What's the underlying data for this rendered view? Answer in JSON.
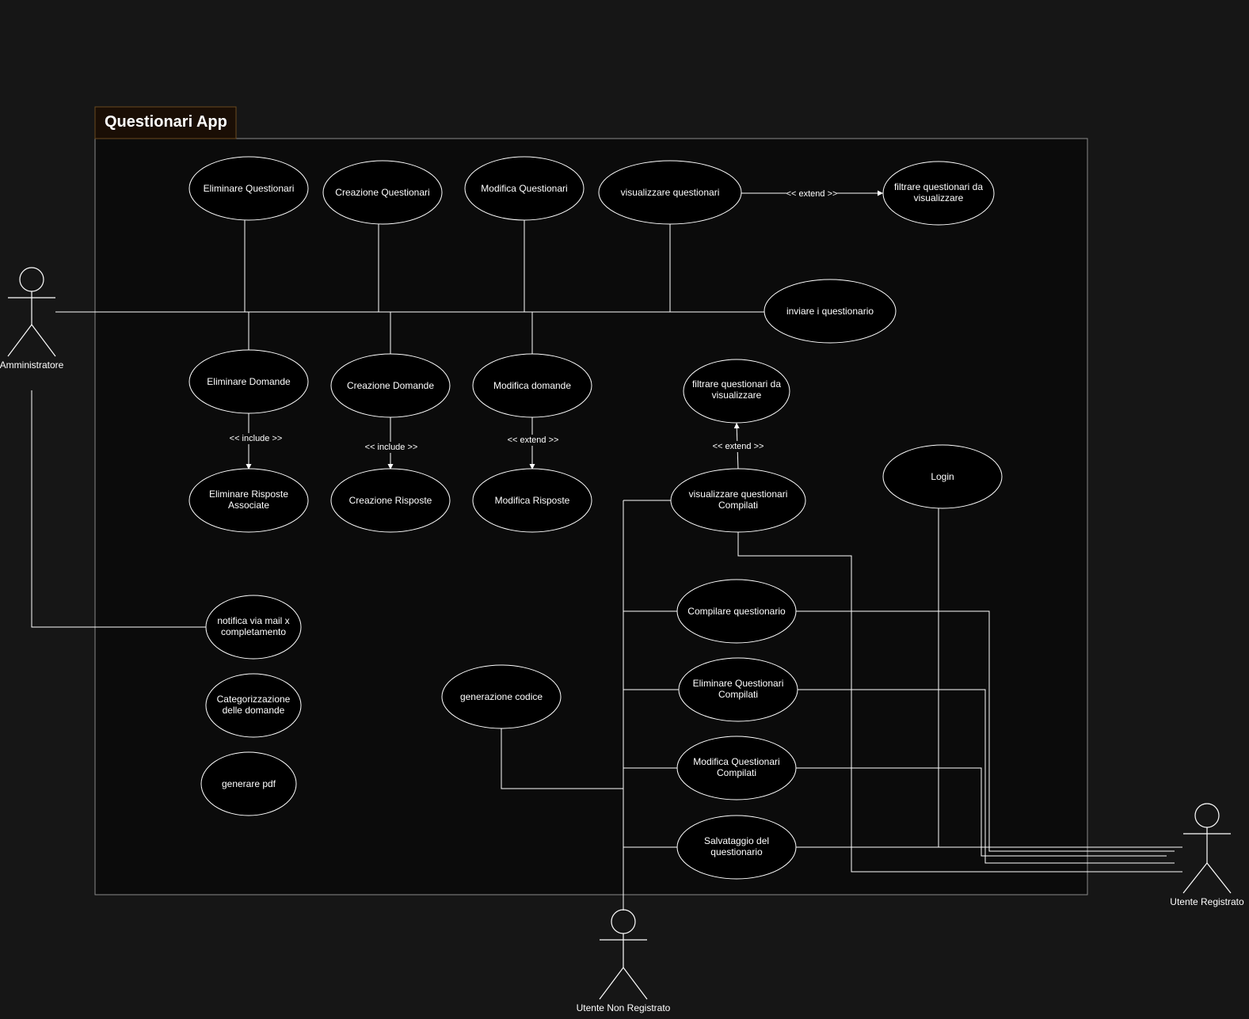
{
  "colors": {
    "background": "#161616",
    "boundary_fill": "#0b0b0b",
    "boundary_stroke": "#8a8a8a",
    "title_fill": "#1a0e05",
    "title_stroke": "#6b4a1e",
    "line": "#ffffff",
    "ellipse_fill": "#000000",
    "text": "#ffffff"
  },
  "system": {
    "title": "Questionari App"
  },
  "actors": {
    "admin": "Amministratore",
    "registered": "Utente Registrato",
    "unregistered": "Utente Non Registrato"
  },
  "use_cases": {
    "eliminare_questionari": [
      "Eliminare Questionari"
    ],
    "creazione_questionari": [
      "Creazione Questionari"
    ],
    "modifica_questionari": [
      "Modifica Questionari"
    ],
    "visualizzare_questionari": [
      "visualizzare questionari"
    ],
    "filtrare_top": [
      "filtrare questionari da",
      "visualizzare"
    ],
    "inviare": [
      "inviare i questionario"
    ],
    "eliminare_domande": [
      "Eliminare Domande"
    ],
    "creazione_domande": [
      "Creazione Domande"
    ],
    "modifica_domande": [
      "Modifica domande"
    ],
    "filtrare_mid": [
      "filtrare questionari da",
      "visualizzare"
    ],
    "eliminare_risposte": [
      "Eliminare Risposte",
      "Associate"
    ],
    "creazione_risposte": [
      "Creazione Risposte"
    ],
    "modifica_risposte": [
      "Modifica Risposte"
    ],
    "visualizzare_compilati": [
      "visualizzare questionari",
      "Compilati"
    ],
    "login": [
      "Login"
    ],
    "notifica": [
      "notifica via mail x",
      "completamento"
    ],
    "compilare": [
      "Compilare questionario"
    ],
    "categorizzazione": [
      "Categorizzazione",
      "delle domande"
    ],
    "generazione_codice": [
      "generazione codice"
    ],
    "eliminare_compilati": [
      "Eliminare Questionari",
      "Compilati"
    ],
    "generare_pdf": [
      "generare pdf"
    ],
    "modifica_compilati": [
      "Modifica Questionari",
      "Compilati"
    ],
    "salvataggio": [
      "Salvataggio del",
      "questionario"
    ]
  },
  "relations": {
    "extend": "<< extend >>",
    "include": "<< include >>"
  }
}
